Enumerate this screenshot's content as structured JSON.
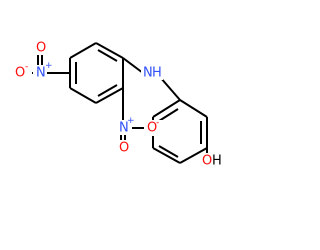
{
  "structure": {
    "atoms": {
      "nitro1_o_left": {
        "symbol": "O",
        "charge": "-"
      },
      "nitro1_n": {
        "symbol": "N",
        "charge": "+"
      },
      "nitro1_o_top": {
        "symbol": "O",
        "charge": ""
      },
      "bridge_n": {
        "symbol": "N",
        "hydrogen": "H"
      },
      "nitro2_n": {
        "symbol": "N",
        "charge": "+"
      },
      "nitro2_o_down": {
        "symbol": "O",
        "charge": ""
      },
      "nitro2_o_right": {
        "symbol": "O",
        "charge": "-"
      },
      "hydroxyl_o": {
        "symbol": "O",
        "hydrogen": "H"
      }
    }
  },
  "colors": {
    "bond": "#000000",
    "nitrogen": "#3050F8",
    "oxygen": "#FF0D0D",
    "hydroxyl": "#000000",
    "background": "#ffffff"
  }
}
